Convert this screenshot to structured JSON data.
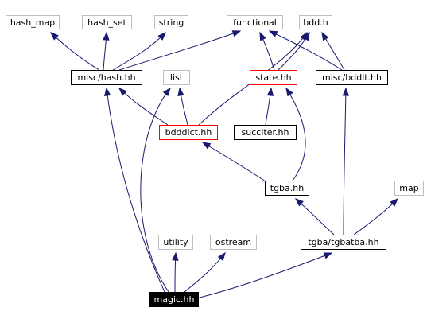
{
  "diagram": {
    "colors": {
      "edge": "#191970",
      "node_border": "#000000",
      "external_border": "#bfbfbf",
      "highlight_border": "#ff0000",
      "root_fill": "#000000",
      "root_text": "#ffffff"
    },
    "nodes": [
      {
        "id": "hash_map",
        "label": "hash_map",
        "style": "external"
      },
      {
        "id": "hash_set",
        "label": "hash_set",
        "style": "external"
      },
      {
        "id": "string",
        "label": "string",
        "style": "external"
      },
      {
        "id": "functional",
        "label": "functional",
        "style": "external"
      },
      {
        "id": "bdd_h",
        "label": "bdd.h",
        "style": "external"
      },
      {
        "id": "misc_hash_hh",
        "label": "misc/hash.hh",
        "style": "normal"
      },
      {
        "id": "list",
        "label": "list",
        "style": "external"
      },
      {
        "id": "state_hh",
        "label": "state.hh",
        "style": "red"
      },
      {
        "id": "misc_bddlt_hh",
        "label": "misc/bddlt.hh",
        "style": "normal"
      },
      {
        "id": "bdddict_hh",
        "label": "bdddict.hh",
        "style": "red"
      },
      {
        "id": "succiter_hh",
        "label": "succiter.hh",
        "style": "normal"
      },
      {
        "id": "tgba_hh",
        "label": "tgba.hh",
        "style": "normal"
      },
      {
        "id": "map",
        "label": "map",
        "style": "external"
      },
      {
        "id": "utility",
        "label": "utility",
        "style": "external"
      },
      {
        "id": "ostream",
        "label": "ostream",
        "style": "external"
      },
      {
        "id": "tgba_tgbatba_hh",
        "label": "tgba/tgbatba.hh",
        "style": "normal"
      },
      {
        "id": "magic_hh",
        "label": "magic.hh",
        "style": "root"
      }
    ],
    "edges": [
      {
        "from": "magic_hh",
        "to": "misc_hash_hh"
      },
      {
        "from": "magic_hh",
        "to": "list"
      },
      {
        "from": "magic_hh",
        "to": "utility"
      },
      {
        "from": "magic_hh",
        "to": "ostream"
      },
      {
        "from": "magic_hh",
        "to": "tgba_tgbatba_hh"
      },
      {
        "from": "misc_hash_hh",
        "to": "hash_map"
      },
      {
        "from": "misc_hash_hh",
        "to": "hash_set"
      },
      {
        "from": "misc_hash_hh",
        "to": "string"
      },
      {
        "from": "misc_hash_hh",
        "to": "functional"
      },
      {
        "from": "bdddict_hh",
        "to": "misc_hash_hh"
      },
      {
        "from": "bdddict_hh",
        "to": "list"
      },
      {
        "from": "bdddict_hh",
        "to": "bdd_h"
      },
      {
        "from": "state_hh",
        "to": "functional"
      },
      {
        "from": "state_hh",
        "to": "bdd_h"
      },
      {
        "from": "misc_bddlt_hh",
        "to": "functional"
      },
      {
        "from": "misc_bddlt_hh",
        "to": "bdd_h"
      },
      {
        "from": "succiter_hh",
        "to": "state_hh"
      },
      {
        "from": "tgba_hh",
        "to": "state_hh"
      },
      {
        "from": "tgba_hh",
        "to": "bdddict_hh"
      },
      {
        "from": "tgba_tgbatba_hh",
        "to": "tgba_hh"
      },
      {
        "from": "tgba_tgbatba_hh",
        "to": "map"
      },
      {
        "from": "tgba_tgbatba_hh",
        "to": "misc_bddlt_hh"
      }
    ]
  }
}
